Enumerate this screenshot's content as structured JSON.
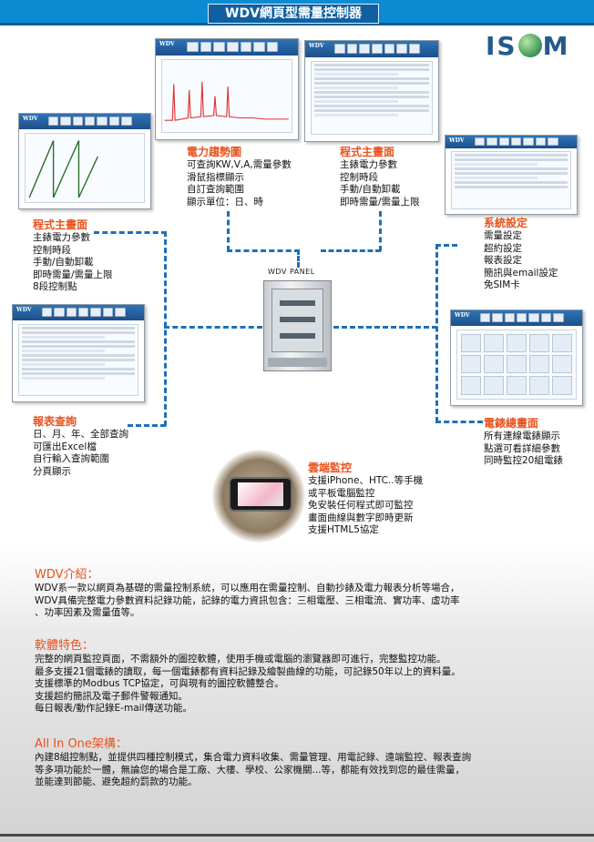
{
  "header": {
    "title": "WDV網頁型需量控制器"
  },
  "logo": {
    "text_left": "IS",
    "text_right": "M"
  },
  "panels": {
    "trend": {
      "title": "電力趨勢圖",
      "lines": [
        "可查詢KW,V,A,需量參數",
        "滑鼠指標顯示",
        "自訂查詢範圍",
        "顯示單位：日、時"
      ]
    },
    "main_top": {
      "title": "程式主畫面",
      "lines": [
        "主錶電力參數",
        "控制時段",
        "手動/自動卸載",
        "即時需量/需量上限"
      ]
    },
    "main_left": {
      "title": "程式主畫面",
      "lines": [
        "主錶電力參數",
        "控制時段",
        "手動/自動卸載",
        "即時需量/需量上限",
        "8段控制點"
      ]
    },
    "settings": {
      "title": "系統設定",
      "lines": [
        "需量設定",
        "超約設定",
        "報表設定",
        "簡訊與email設定",
        "免SIM卡"
      ]
    },
    "report": {
      "title": "報表查詢",
      "lines": [
        "日、月、年、全部查詢",
        "可匯出Excel檔",
        "自行輸入查詢範圍",
        "分頁顯示"
      ]
    },
    "meters": {
      "title": "電錶總畫面",
      "lines": [
        "所有連線電錶顯示",
        "點選可看詳細參數",
        "同時監控20組電錶"
      ]
    },
    "cloud": {
      "title": "雲端監控",
      "lines": [
        "支援iPhone、HTC..等手機",
        "或平板電腦監控",
        "免安裝任何程式即可監控",
        "畫面曲線與數字即時更新",
        "支援HTML5協定"
      ]
    }
  },
  "center": {
    "panel_label": "WDV PANEL"
  },
  "sections": {
    "intro": {
      "title": "WDV介紹：",
      "lines": [
        "WDV系一款以網頁為基礎的需量控制系統，可以應用在需量控制、自動抄錶及電力報表分析等場合，",
        "WDV具備完整電力參數資料記錄功能，記錄的電力資訊包含：三相電壓、三相電流、實功率、虛功率",
        "、功率因素及需量值等。"
      ]
    },
    "features": {
      "title": "軟體特色：",
      "lines": [
        "完整的網頁監控頁面，不需額外的圖控軟體，使用手機或電腦的瀏覽器即可進行，完整監控功能。",
        "最多支援21個電錶的讀取，每一個電錶都有資料記錄及繪製曲線的功能，可記錄50年以上的資料量。",
        "支援標準的Modbus TCP協定，可與現有的圖控軟體整合。",
        "支援超約簡訊及電子郵件警報通知。",
        "每日報表/動作記錄E-mail傳送功能。"
      ]
    },
    "allinone": {
      "title": "All In One架構：",
      "lines": [
        "內建8組控制點，並提供四種控制模式，集合電力資料收集、需量管理、用電記錄、遠端監控、報表查詢",
        "等多項功能於一體，無論您的場合是工廠、大樓、學校、公家機關...等，都能有效找到您的最佳需量，",
        "並能達到節能、避免超約罰款的功能。"
      ]
    }
  },
  "colors": {
    "accent": "#e8531e",
    "header_blue": "#0b8bd2",
    "dash_blue": "#1f6fb8",
    "logo_blue": "#245b8e"
  },
  "icons": [
    "isom-globe-icon",
    "wdv-panel-cabinet-image",
    "smartphone-image"
  ]
}
